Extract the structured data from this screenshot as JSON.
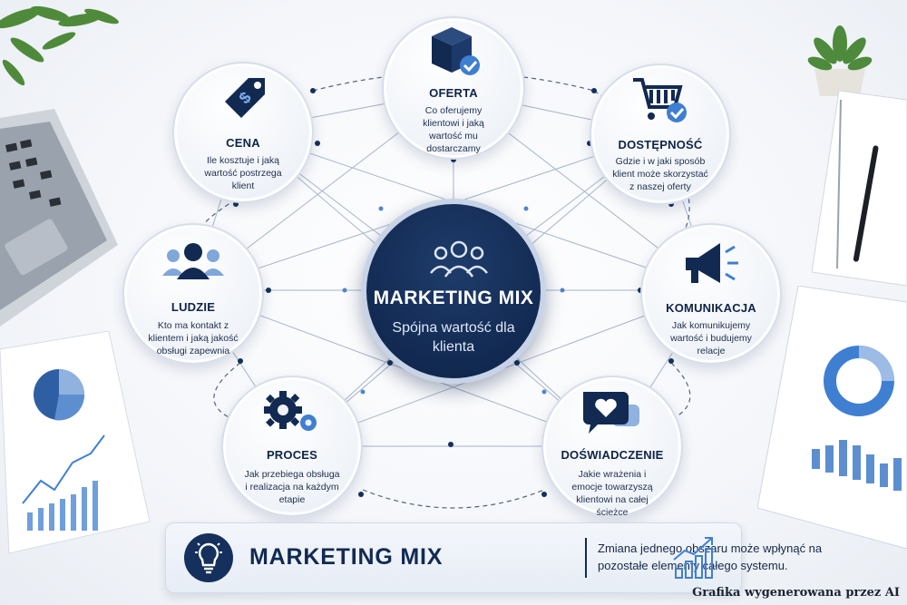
{
  "center": {
    "title": "MARKETING MIX",
    "subtitle": "Spójna wartość dla klienta"
  },
  "nodes": {
    "oferta": {
      "title": "OFERTA",
      "desc": "Co oferujemy klientowi i jaką wartość mu dostarczamy",
      "icon": "box-check-icon"
    },
    "cena": {
      "title": "CENA",
      "desc": "Ile kosztuje i jaką wartość postrzega klient",
      "icon": "price-tag-icon"
    },
    "dostepnosc": {
      "title": "DOSTĘPNOŚĆ",
      "desc": "Gdzie i w jaki sposób klient może skorzystać z naszej oferty",
      "icon": "cart-check-icon"
    },
    "ludzie": {
      "title": "LUDZIE",
      "desc": "Kto ma kontakt z klientem i jaką jakość obsługi zapewnia",
      "icon": "people-icon"
    },
    "komunikacja": {
      "title": "KOMUNIKACJA",
      "desc": "Jak komunikujemy wartość i budujemy relacje",
      "icon": "megaphone-icon"
    },
    "proces": {
      "title": "PROCES",
      "desc": "Jak przebiega obsługa i realizacja na każdym etapie",
      "icon": "gears-icon"
    },
    "doswiadczenie": {
      "title": "DOŚWIADCZENIE",
      "desc": "Jakie wrażenia i emocje towarzyszą klientowi na całej ścieżce",
      "icon": "heart-chat-icon"
    }
  },
  "banner": {
    "title": "MARKETING MIX",
    "text": "Zmiana jednego obszaru może wpłynąć na pozostałe elementy całego systemu."
  },
  "caption": "Grafika wygenerowana przez AI",
  "colors": {
    "navy": "#122a52",
    "accent": "#3f7fd1",
    "light": "#eef2f8"
  }
}
